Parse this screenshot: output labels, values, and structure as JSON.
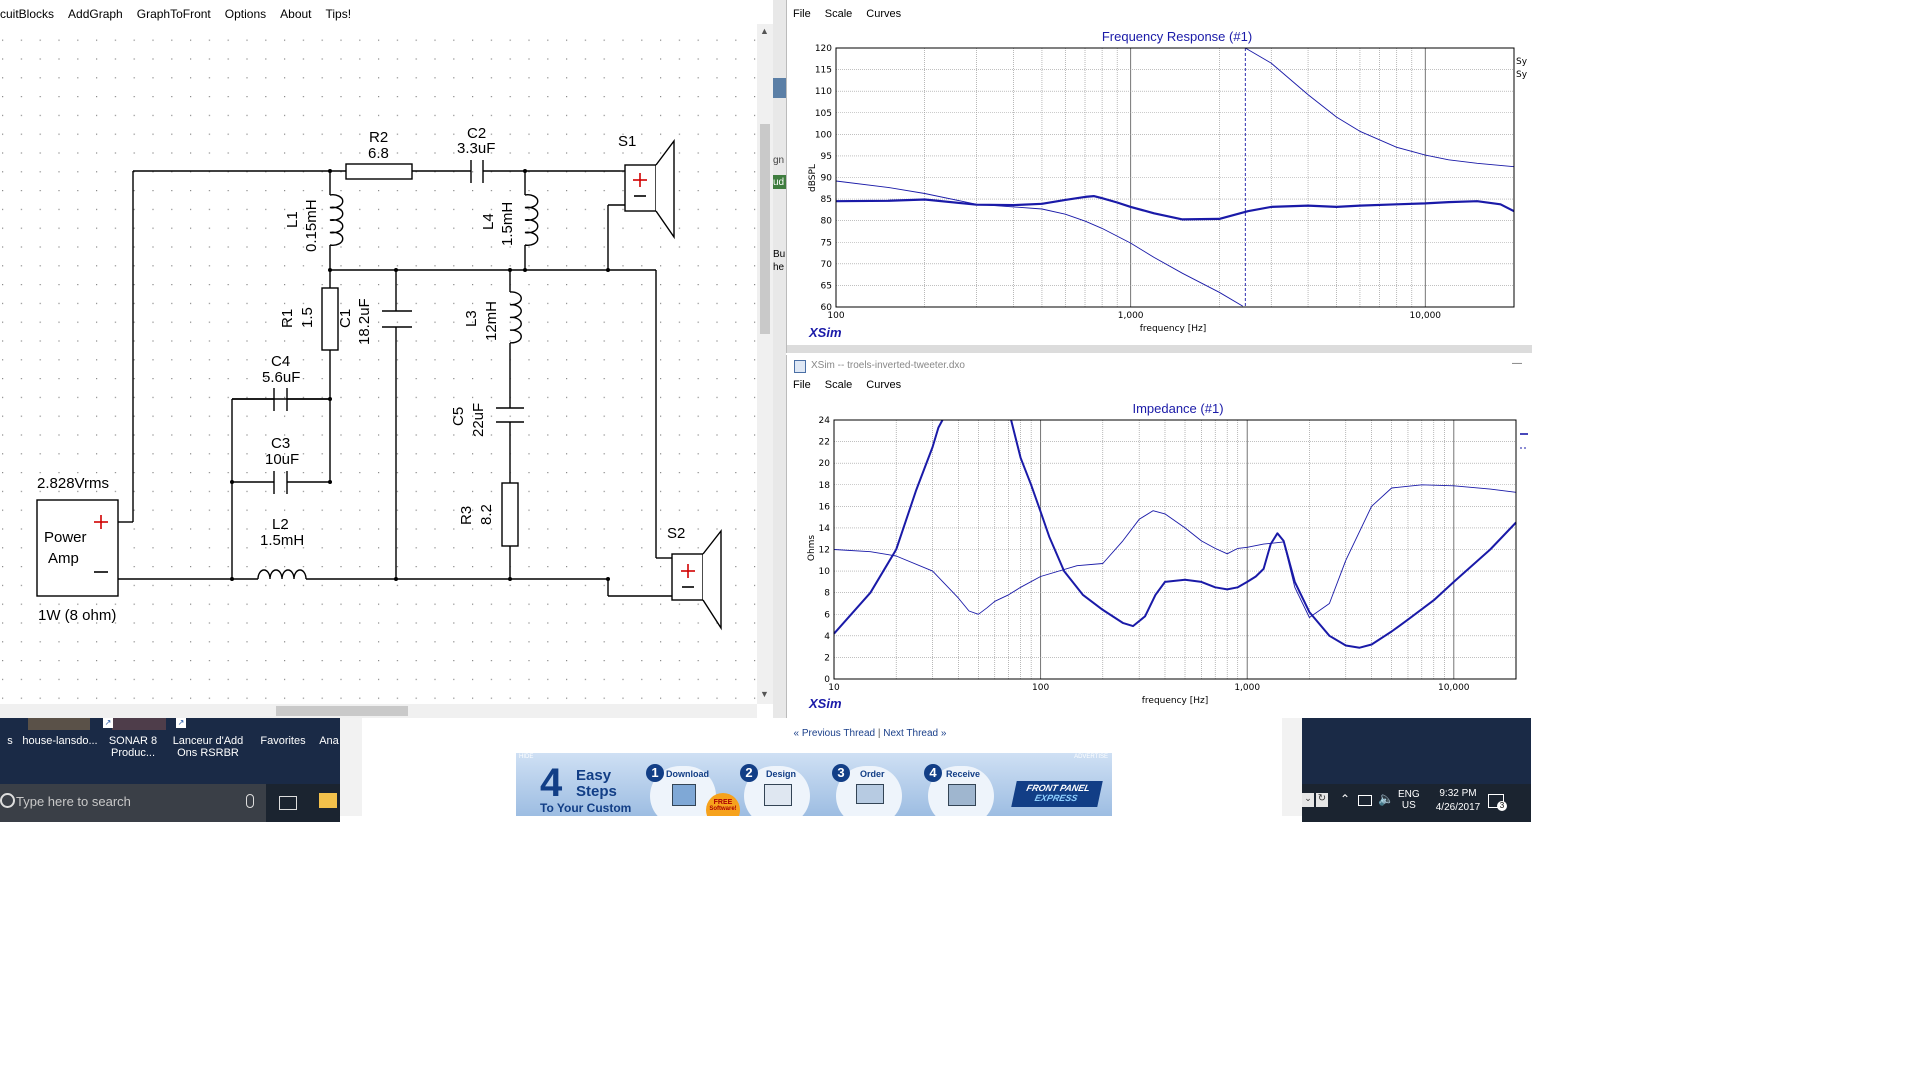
{
  "xsim_main": {
    "menu": [
      "cuitBlocks",
      "AddGraph",
      "GraphToFront",
      "Options",
      "About",
      "Tips!"
    ]
  },
  "schematic": {
    "source": {
      "voltage": "2.828Vrms",
      "line1": "Power",
      "line2": "Amp",
      "power": "1W (8 ohm)"
    },
    "components": {
      "R2": {
        "name": "R2",
        "value": "6.8"
      },
      "C2": {
        "name": "C2",
        "value": "3.3uF"
      },
      "L1": {
        "name": "L1",
        "value": "0.15mH"
      },
      "L4": {
        "name": "L4",
        "value": "1.5mH"
      },
      "R1": {
        "name": "R1",
        "value": "1.5"
      },
      "C1": {
        "name": "C1",
        "value": "18.2uF"
      },
      "L3": {
        "name": "L3",
        "value": "12mH"
      },
      "C4": {
        "name": "C4",
        "value": "5.6uF"
      },
      "C3": {
        "name": "C3",
        "value": "10uF"
      },
      "C5": {
        "name": "C5",
        "value": "22uF"
      },
      "R3": {
        "name": "R3",
        "value": "8.2"
      },
      "L2": {
        "name": "L2",
        "value": "1.5mH"
      }
    },
    "speakers": {
      "s1": "S1",
      "s2": "S2"
    }
  },
  "freq_window": {
    "menu": [
      "File",
      "Scale",
      "Curves"
    ],
    "side_labels": [
      "Sy",
      "Sy"
    ],
    "brand": "XSim",
    "chart_data": {
      "type": "line",
      "title": "Frequency Response (#1)",
      "xlabel": "frequency [Hz]",
      "ylabel": "dBSPL",
      "xscale": "log",
      "xlim": [
        100,
        20000
      ],
      "ylim": [
        60,
        120
      ],
      "grid": true,
      "xticklabels": [
        "100",
        "1,000",
        "10,000"
      ],
      "yticklabels": [
        "60",
        "65",
        "70",
        "75",
        "80",
        "85",
        "90",
        "95",
        "100",
        "105",
        "110",
        "115",
        "120"
      ],
      "series": [
        {
          "x": [
            100,
            150,
            200,
            300,
            400,
            500,
            600,
            700,
            750,
            800,
            900,
            1000,
            1200,
            1500,
            2000,
            2500,
            3000,
            4000,
            5000,
            6000,
            8000,
            10000,
            12000,
            15000,
            18000,
            20000
          ],
          "y": [
            84.5,
            84.6,
            84.9,
            83.7,
            83.6,
            83.9,
            84.8,
            85.5,
            85.7,
            85.2,
            84.2,
            83.2,
            81.7,
            80.3,
            80.4,
            82.2,
            83.2,
            83.5,
            83.2,
            83.5,
            83.8,
            84.0,
            84.3,
            84.5,
            83.8,
            82.2
          ]
        },
        {
          "x": [
            100,
            150,
            200,
            300,
            400,
            500,
            600,
            700,
            800,
            1000,
            1200,
            1500,
            2000,
            2400
          ],
          "y": [
            89.2,
            87.7,
            86.3,
            83.8,
            83.2,
            82.7,
            81.5,
            79.9,
            78.2,
            74.8,
            71.5,
            67.8,
            63.4,
            60.2
          ]
        },
        {
          "x": [
            2450,
            3000,
            4000,
            5000,
            6000,
            8000,
            10000,
            12000,
            15000,
            20000
          ],
          "y": [
            120,
            116.5,
            109.2,
            104.0,
            100.7,
            97.0,
            95.2,
            94.1,
            93.3,
            92.5
          ]
        }
      ]
    }
  },
  "imp_window": {
    "title": "XSim -- troels-inverted-tweeter.dxo",
    "menu": [
      "File",
      "Scale",
      "Curves"
    ],
    "brand": "XSim",
    "chart_data": {
      "type": "line",
      "title": "Impedance (#1)",
      "xlabel": "frequency [Hz]",
      "ylabel": "Ohms",
      "xscale": "log",
      "xlim": [
        10,
        20000
      ],
      "ylim": [
        0,
        24
      ],
      "grid": true,
      "xticklabels": [
        "10",
        "100",
        "1,000",
        "10,000"
      ],
      "yticklabels": [
        "0",
        "2",
        "4",
        "6",
        "8",
        "10",
        "12",
        "14",
        "16",
        "18",
        "20",
        "22",
        "24"
      ],
      "series": [
        {
          "x": [
            10,
            15,
            20,
            25,
            30,
            32,
            33.5
          ],
          "y": [
            4.2,
            8.0,
            12.0,
            17.5,
            21.5,
            23.3,
            24
          ]
        },
        {
          "x": [
            72,
            80,
            90,
            100,
            110,
            130,
            160,
            200,
            250,
            280,
            320,
            360,
            400,
            500,
            600,
            700,
            800,
            900,
            1000,
            1100,
            1200,
            1300,
            1400,
            1500,
            1700,
            2000,
            2500,
            3000,
            3500,
            4000,
            5000,
            6000,
            8000,
            10000,
            15000,
            20000
          ],
          "y": [
            24,
            20.5,
            18.0,
            15.5,
            13.2,
            10.0,
            7.8,
            6.4,
            5.2,
            4.9,
            5.8,
            7.8,
            9.0,
            9.2,
            9.0,
            8.5,
            8.3,
            8.5,
            9.0,
            9.5,
            10.2,
            12.5,
            13.5,
            12.8,
            9.0,
            6.2,
            4.0,
            3.1,
            2.9,
            3.2,
            4.4,
            5.5,
            7.3,
            9.0,
            12.0,
            14.5
          ]
        },
        {
          "x": [
            10,
            15,
            20,
            30,
            40,
            45,
            50,
            55,
            60,
            70,
            80,
            100,
            150,
            200,
            250,
            300,
            350,
            400,
            500,
            600,
            700,
            800,
            900,
            1000,
            1200,
            1500,
            1700,
            2000,
            2500,
            3000,
            4000,
            5000,
            7000,
            10000,
            15000,
            20000
          ],
          "y": [
            12.0,
            11.8,
            11.4,
            10.0,
            7.5,
            6.3,
            6.0,
            6.6,
            7.2,
            7.8,
            8.5,
            9.5,
            10.5,
            10.7,
            12.8,
            14.8,
            15.6,
            15.3,
            14.0,
            12.8,
            12.1,
            11.6,
            12.1,
            12.2,
            12.5,
            12.7,
            8.5,
            5.7,
            7.0,
            11.0,
            16.0,
            17.7,
            18.0,
            17.9,
            17.6,
            17.3
          ]
        }
      ]
    }
  },
  "forum": {
    "prev": "Previous Thread",
    "sep": "|",
    "next": "Next Thread",
    "ad": {
      "hide": "HIDE",
      "advertise": "ADVERTISE",
      "big_number": "4",
      "easy": "Easy",
      "steps": "Steps",
      "custom": "To Your Custom",
      "steps_list": [
        {
          "n": "1",
          "label": "Download"
        },
        {
          "n": "2",
          "label": "Design"
        },
        {
          "n": "3",
          "label": "Order"
        },
        {
          "n": "4",
          "label": "Receive"
        }
      ],
      "free1": "FREE",
      "free2": "Software!",
      "brand1": "FRONT PANEL",
      "brand2": "EXPRESS"
    }
  },
  "desktop": {
    "icons": [
      {
        "line1": "s",
        "line2": ""
      },
      {
        "line1": "house-lansdo...",
        "line2": ""
      },
      {
        "line1": "SONAR 8",
        "line2": "Produc..."
      },
      {
        "line1": "Lanceur d'Add",
        "line2": "Ons RSRBR"
      },
      {
        "line1": "Favorites",
        "line2": ""
      },
      {
        "line1": "Ana",
        "line2": ""
      }
    ],
    "background_fragments": [
      "gn",
      "ud",
      "Bu",
      "he"
    ]
  },
  "taskbar": {
    "search_placeholder": "Type here to search",
    "lang1": "ENG",
    "lang2": "US",
    "time": "9:32 PM",
    "date": "4/26/2017",
    "notif_count": "3"
  }
}
